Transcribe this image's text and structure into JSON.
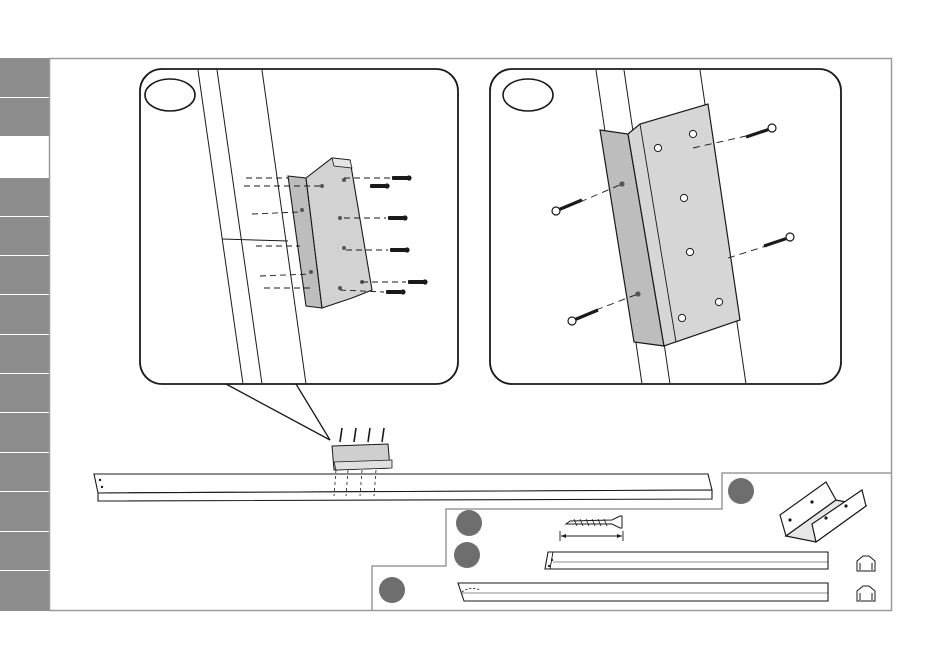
{
  "page": {
    "sidebar_tabs": [
      {
        "label": "",
        "active": false
      },
      {
        "label": "",
        "active": false
      },
      {
        "label": "",
        "active": true
      },
      {
        "label": "",
        "active": false
      },
      {
        "label": "",
        "active": false
      },
      {
        "label": "",
        "active": false
      },
      {
        "label": "",
        "active": false
      },
      {
        "label": "",
        "active": false
      },
      {
        "label": "",
        "active": false
      },
      {
        "label": "",
        "active": false
      },
      {
        "label": "",
        "active": false
      },
      {
        "label": "",
        "active": false
      },
      {
        "label": "",
        "active": false
      },
      {
        "label": "",
        "active": false
      }
    ],
    "colors": {
      "sidebar": "#8c8c8c",
      "frame_border": "#9a9a9a",
      "part_badge": "#6e6e6e",
      "bracket_fill": "#c8c8c8",
      "line": "#1a1a1a"
    }
  },
  "detail_panels": [
    {
      "name": "detail-a",
      "step_label": ""
    },
    {
      "name": "detail-b",
      "step_label": ""
    }
  ],
  "parts": [
    {
      "name": "bracket",
      "badge_label": "",
      "quantity": ""
    },
    {
      "name": "screw",
      "badge_label": "",
      "quantity": ""
    },
    {
      "name": "rail-short",
      "badge_label": "",
      "quantity": ""
    },
    {
      "name": "rail-long",
      "badge_label": "",
      "quantity": ""
    }
  ]
}
